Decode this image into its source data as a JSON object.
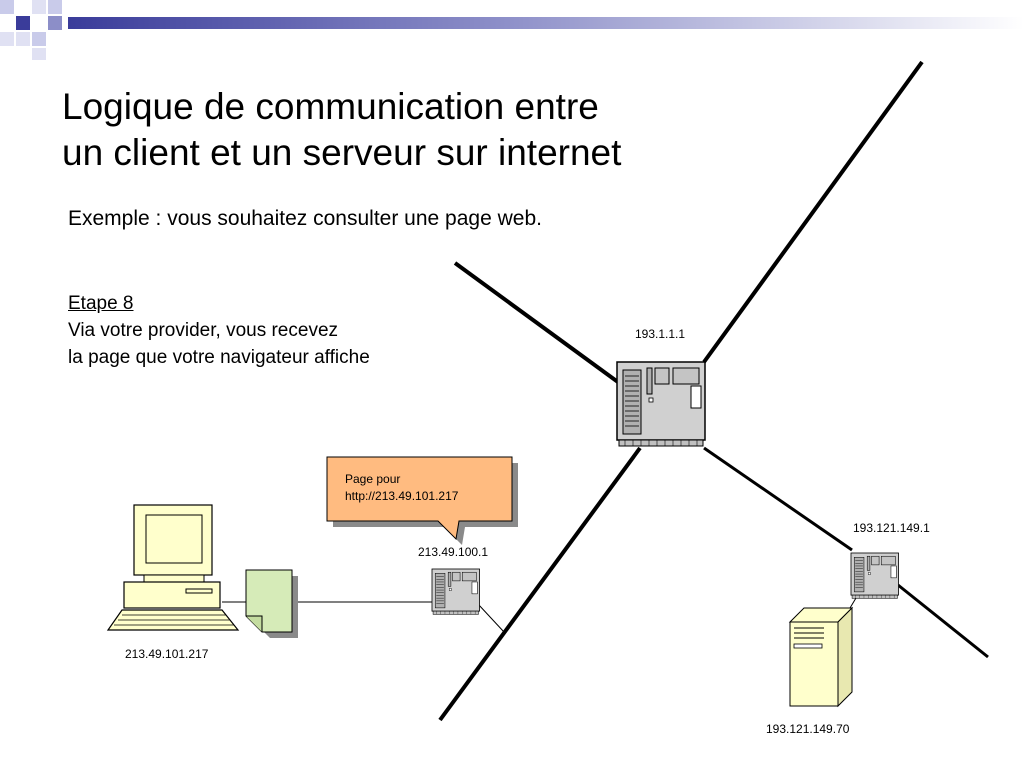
{
  "slide": {
    "title_lines": [
      "Logique de communication entre",
      "un client et un serveur sur internet"
    ],
    "subtitle": "Exemple : vous souhaitez consulter une page web.",
    "step": {
      "title": "Etape 8",
      "lines": [
        "Via votre provider, vous recevez",
        "la page que votre navigateur affiche"
      ]
    }
  },
  "diagram": {
    "nodes": {
      "client": {
        "ip": "213.49.101.217",
        "icon": "desktop-computer-icon"
      },
      "document": {
        "icon": "document-icon"
      },
      "provider_router": {
        "ip": "213.49.100.1",
        "icon": "router-icon"
      },
      "core_router": {
        "ip": "193.1.1.1",
        "icon": "router-icon"
      },
      "server_router": {
        "ip": "193.121.149.1",
        "icon": "router-icon"
      },
      "web_server": {
        "ip": "193.121.149.70",
        "icon": "server-tower-icon"
      }
    },
    "bubble": {
      "lines": [
        "Page pour",
        "http://213.49.101.217"
      ]
    },
    "colors": {
      "bubble_fill": "#FFBB80",
      "document_fill": "#D6EBB8",
      "client_fill": "#FFFFCC",
      "router_fill": "#D0D0D0",
      "deco_blue": "#3A3C9A"
    }
  }
}
